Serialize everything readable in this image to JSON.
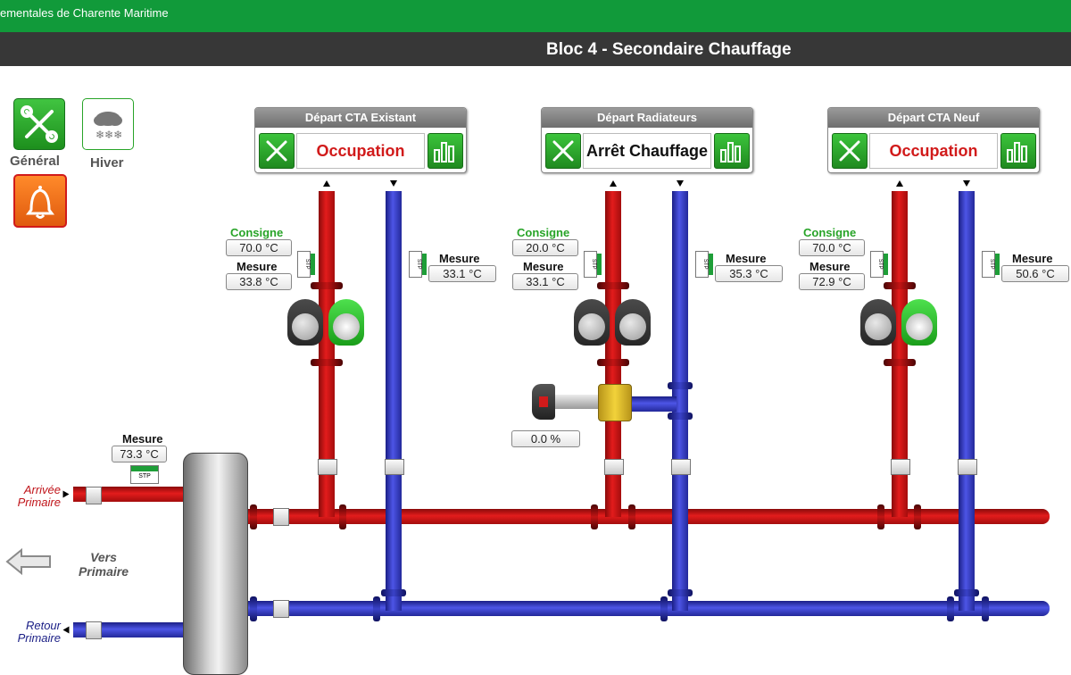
{
  "app": {
    "topbar_text": "ementales de Charente Maritime",
    "title": "Bloc 4 - Secondaire Chauffage"
  },
  "left": {
    "general_label": "Général",
    "hiver_label": "Hiver"
  },
  "circuits": [
    {
      "title": "Départ CTA Existant",
      "state": "Occupation",
      "state_color": "#d11a1a",
      "consigne_label": "Consigne",
      "consigne": "70.0 °C",
      "mesure_label": "Mesure",
      "mesure_depart": "33.8 °C",
      "mesure_retour_label": "Mesure",
      "mesure_retour": "33.1 °C"
    },
    {
      "title": "Départ Radiateurs",
      "state": "Arrêt Chauffage",
      "state_color": "#111111",
      "consigne_label": "Consigne",
      "consigne": "20.0 °C",
      "mesure_label": "Mesure",
      "mesure_depart": "33.1 °C",
      "mesure_retour_label": "Mesure",
      "mesure_retour": "35.3 °C",
      "vanne": "0.0 %"
    },
    {
      "title": "Départ CTA Neuf",
      "state": "Occupation",
      "state_color": "#d11a1a",
      "consigne_label": "Consigne",
      "consigne": "70.0 °C",
      "mesure_label": "Mesure",
      "mesure_depart": "72.9 °C",
      "mesure_retour_label": "Mesure",
      "mesure_retour": "50.6 °C"
    }
  ],
  "bouteille": {
    "mesure_label": "Mesure",
    "mesure": "73.3 °C",
    "stp_label": "STP"
  },
  "primaire": {
    "arrivee_line1": "Arrivée",
    "arrivee_line2": "Primaire",
    "vers_line1": "Vers",
    "vers_line2": "Primaire",
    "retour_line1": "Retour",
    "retour_line2": "Primaire"
  },
  "stp_text": "STP",
  "colors": {
    "green_bar": "#119a3a",
    "title_bar": "#373737",
    "supply_red": "#e31c1c",
    "return_blue": "#4d55e6",
    "consigne_green": "#28a428",
    "alarm_orange": "#f57c1f"
  },
  "icons": [
    "tools-icon",
    "snow-cloud-icon",
    "bell-icon",
    "bar-chart-icon",
    "pump-icon",
    "arrow-left-icon",
    "valve-icon"
  ]
}
